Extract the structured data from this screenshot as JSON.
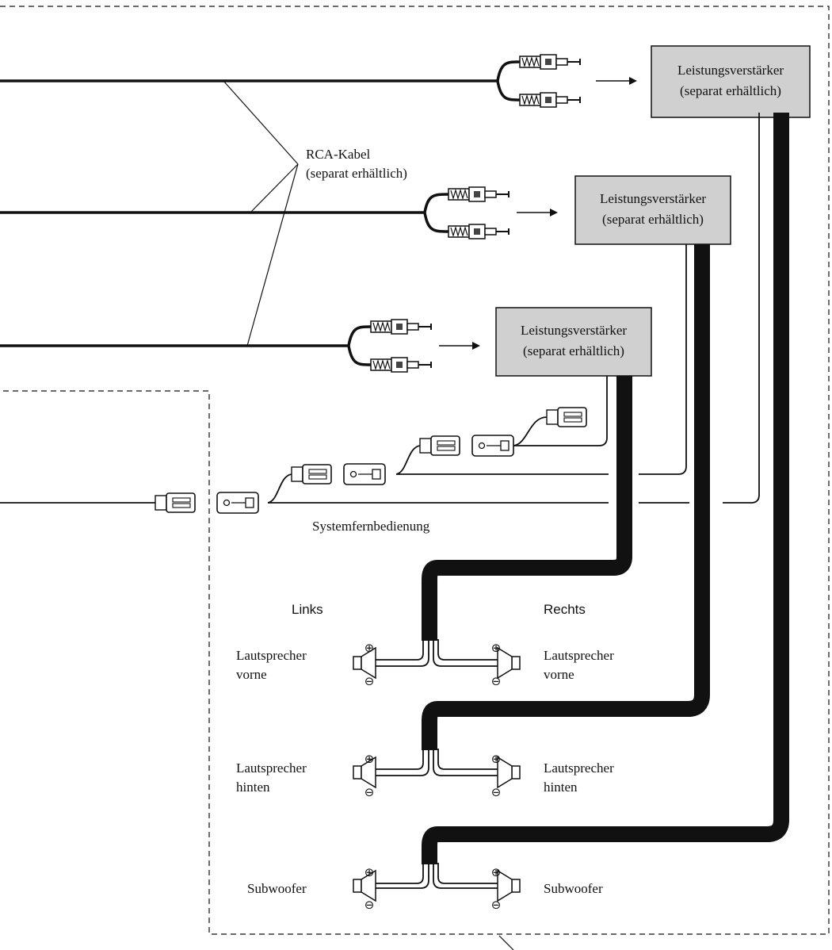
{
  "amplifiers": [
    {
      "line1": "Leistungsverstärker",
      "line2": "(separat erhältlich)"
    },
    {
      "line1": "Leistungsverstärker",
      "line2": "(separat erhältlich)"
    },
    {
      "line1": "Leistungsverstärker",
      "line2": "(separat erhältlich)"
    }
  ],
  "rca_cable": {
    "line1": "RCA-Kabel",
    "line2": "(separat erhältlich)"
  },
  "system_remote": "Systemfernbedienung",
  "side_left": "Links",
  "side_right": "Rechts",
  "speakers": {
    "front_left": {
      "line1": "Lautsprecher",
      "line2": "vorne"
    },
    "front_right": {
      "line1": "Lautsprecher",
      "line2": "vorne"
    },
    "rear_left": {
      "line1": "Lautsprecher",
      "line2": "hinten"
    },
    "rear_right": {
      "line1": "Lautsprecher",
      "line2": "hinten"
    },
    "sub_left": {
      "line1": "Subwoofer"
    },
    "sub_right": {
      "line1": "Subwoofer"
    }
  },
  "terminal_plus": "⊕",
  "terminal_minus": "⊖",
  "colors": {
    "amp_fill": "#d0d0d0",
    "line": "#111111"
  }
}
